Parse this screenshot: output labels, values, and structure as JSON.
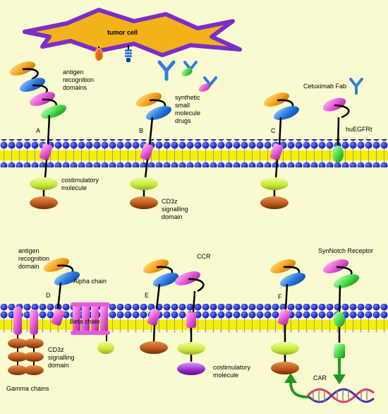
{
  "labels": {
    "tumor_cell": "tumor cell",
    "antigen_recognition_domains": "antigen\nrecognition\ndomains",
    "synthetic_small_molecule_drugs": "synthetic\nsmall\nmolecule\ndrugs",
    "cetuximab_fab": "Cetuximab Fab",
    "huegfrt": "huEGFRt",
    "costimulatory_molecule_top": "costimulatory\nmolecule",
    "cd3z_signalling_domain_top": "CD3z\nsignalling\ndomain",
    "panel_a": "A",
    "panel_b": "B",
    "panel_c": "C",
    "antigen_recognition_domain": "antigen\nrecognition\ndomain",
    "alpha_chain": "Alpha chain",
    "beta_chain": "Beta chain",
    "cd3z_signalling_domain_bottom": "CD3z\nsignalling\ndomain",
    "gamma_chains": "Gamma chains",
    "panel_d": "D",
    "ccr": "CCR",
    "costimulatory_molecule_bottom": "costimulatory\nmolecule",
    "panel_e": "E",
    "panel_f": "F",
    "synnotch_receptor": "SynNotch Receptor",
    "car": "CAR"
  },
  "colors": {
    "background": "#fafad0",
    "membrane_head": "#1a2bd6",
    "membrane_core": "#f4f000",
    "tumor_cell_outline": "#7b2fc4",
    "tumor_cell_fill": "#f2b21a",
    "orange_domain": "#f5a623",
    "blue_domain": "#2f7de0",
    "pink_domain": "#e85bd8",
    "green_domain": "#4ddf4d",
    "lime_domain": "#c9e83a",
    "brown_domain": "#b8561a",
    "purple_domain": "#9b28c8",
    "arrow_green": "#1f9a1f"
  }
}
